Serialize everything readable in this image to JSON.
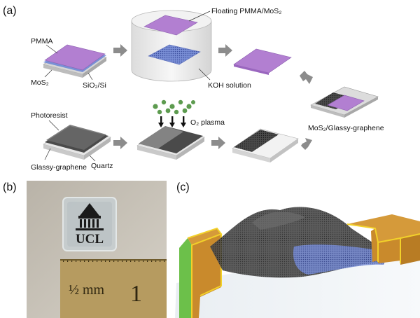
{
  "panels": {
    "a": {
      "label": "(a)",
      "texts": {
        "pmma": "PMMA",
        "mos2": "MoS₂",
        "sio2si": "SiO₂/Si",
        "floating": "Floating PMMA/MoS₂",
        "koh": "KOH solution",
        "photoresist": "Photoresist",
        "quartz": "Quartz",
        "glassy": "Glassy-graphene",
        "o2plasma": "O₂ plasma",
        "result": "MoS₂/Glassy-graphene"
      }
    },
    "b": {
      "label": "(b)",
      "logo_text": "UCL",
      "ruler_text": "½ mm",
      "ruler_digit": "1"
    },
    "c": {
      "label": "(c)"
    }
  },
  "colors": {
    "pmma_purple": "#b27fd1",
    "substrate_gray": "#d6d6d6",
    "graphene_dark": "#3b3b3b",
    "arrow_gray": "#8c8c8c",
    "plasma_green": "#5d9b4f",
    "electrode_gold": "#c98a2c",
    "edge_yellow": "#f2d12a",
    "electrode_green": "#6cc04a",
    "blue_mos2": "#4b5fc2"
  }
}
